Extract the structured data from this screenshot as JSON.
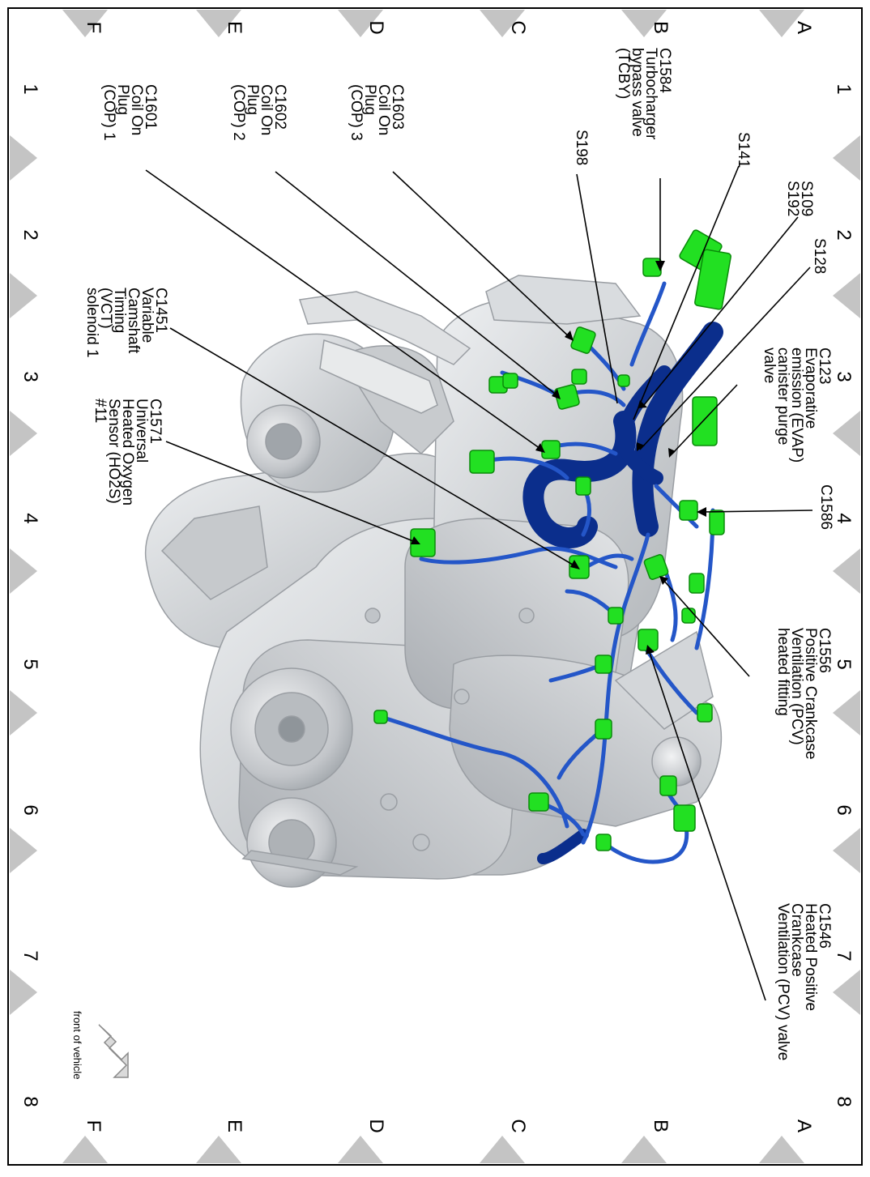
{
  "grid": {
    "rows": [
      "A",
      "B",
      "C",
      "D",
      "E",
      "F"
    ],
    "columns": [
      "1",
      "2",
      "3",
      "4",
      "5",
      "6",
      "7",
      "8"
    ]
  },
  "callouts": [
    {
      "id": "c1584",
      "lines": [
        "C1584",
        "Turbocharger",
        "bypass valve",
        "(TCBY)"
      ]
    },
    {
      "id": "c1603",
      "lines": [
        "C1603",
        "Coil On",
        "Plug",
        "(COP) 3"
      ]
    },
    {
      "id": "c1602",
      "lines": [
        "C1602",
        "Coil On",
        "Plug",
        "(COP) 2"
      ]
    },
    {
      "id": "c1601",
      "lines": [
        "C1601",
        "Coil On",
        "Plug",
        "(COP) 1"
      ]
    },
    {
      "id": "s198",
      "lines": [
        "S198"
      ]
    },
    {
      "id": "s141",
      "lines": [
        "S141"
      ]
    },
    {
      "id": "s109",
      "lines": [
        "S109",
        "S192"
      ]
    },
    {
      "id": "s128",
      "lines": [
        "S128"
      ]
    },
    {
      "id": "c123",
      "lines": [
        "C123",
        "Evaporative",
        "emission (EVAP)",
        "canister purge",
        "valve"
      ]
    },
    {
      "id": "c1451",
      "lines": [
        "C1451",
        "Variable",
        "Camshaft",
        "Timing",
        "(VCT)",
        "solenoid 1"
      ]
    },
    {
      "id": "c1571",
      "lines": [
        "C1571",
        "Universal",
        "Heated Oxygen",
        "Sensor (HO2S)",
        "#11"
      ]
    },
    {
      "id": "c1586",
      "lines": [
        "C1586"
      ]
    },
    {
      "id": "c1556",
      "lines": [
        "C1556",
        "Positive Crankcase",
        "Ventilation (PCV)",
        "heated fitting"
      ]
    },
    {
      "id": "c1546",
      "lines": [
        "C1546",
        "Heated Positive",
        "Crankcase",
        "Ventilation (PCV) valve"
      ]
    }
  ],
  "orientation_label": "front of vehicle",
  "colors": {
    "connector": "#22e022",
    "connector_edge": "#0a8a0a",
    "harness_main": "#0b2e8c",
    "harness_branch": "#2456c8",
    "engine": "#d6d8da",
    "engine_edge": "#9a9ea3",
    "frame_triangle": "#c4c4c4"
  }
}
